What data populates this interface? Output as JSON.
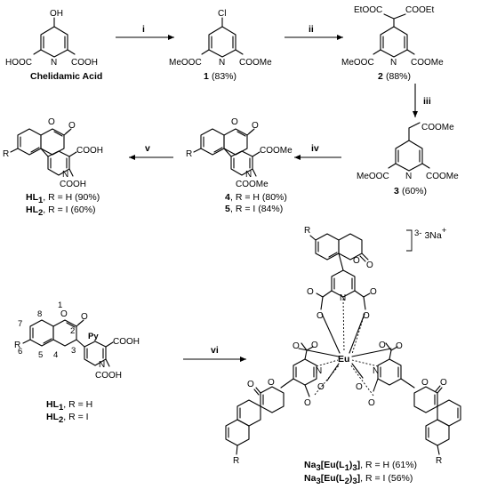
{
  "steps": [
    "i",
    "ii",
    "iii",
    "iv",
    "v",
    "vi"
  ],
  "starting_material": {
    "name": "Chelidamic Acid",
    "groups": {
      "top": "OH",
      "left": "HOOC",
      "right": "COOH",
      "n": "N"
    }
  },
  "compound1": {
    "id": "1",
    "yield": "(83%)",
    "groups": {
      "top": "Cl",
      "left": "MeOOC",
      "right": "COOMe",
      "n": "N"
    }
  },
  "compound2": {
    "id": "2",
    "yield": "(88%)",
    "groups": {
      "top_left": "EtOOC",
      "top_right": "COOEt",
      "left": "MeOOC",
      "right": "COOMe",
      "n": "N"
    }
  },
  "compound3": {
    "id": "3",
    "yield": "(60%)",
    "groups": {
      "top": "COOMe",
      "left": "MeOOC",
      "right": "COOMe",
      "n": "N"
    }
  },
  "compound45": {
    "lines": [
      {
        "id": "4",
        "text": ", R = H (80%)"
      },
      {
        "id": "5",
        "text": ", R = I (84%)"
      }
    ],
    "groups": {
      "r": "R",
      "o": "O",
      "oo": "O",
      "top": "COOMe",
      "bottom": "COOMe",
      "n": "N"
    }
  },
  "ligands": {
    "lines": [
      {
        "id": "HL",
        "sub": "1",
        "text": ", R = H (90%)"
      },
      {
        "id": "HL",
        "sub": "2",
        "text": ", R = I (60%)"
      }
    ],
    "groups": {
      "r": "R",
      "o": "O",
      "oo": "O",
      "top": "COOH",
      "bottom": "COOH",
      "n": "N"
    }
  },
  "labeled_ligand": {
    "numbers": [
      "1",
      "2",
      "3",
      "4",
      "5",
      "6",
      "7",
      "8"
    ],
    "py_label": "Py",
    "groups": {
      "r": "R",
      "o": "O",
      "oo": "O",
      "top": "COOH",
      "bottom": "COOH",
      "n": "N"
    },
    "lines": [
      {
        "id": "HL",
        "sub": "1",
        "text": ", R = H"
      },
      {
        "id": "HL",
        "sub": "2",
        "text": ", R = I"
      }
    ]
  },
  "complex": {
    "metal": "Eu",
    "charge": "3-",
    "counterion": "3Na",
    "counterion_charge": "+",
    "atoms": {
      "n": "N",
      "o": "O",
      "r": "R"
    },
    "lines": [
      {
        "prefix": "Na",
        "p_sub": "3",
        "mid": "[Eu(L",
        "l_sub": "1",
        "close": ")",
        "c_sub": "3",
        "end": "]",
        "text": ", R = H (61%)"
      },
      {
        "prefix": "Na",
        "p_sub": "3",
        "mid": "[Eu(L",
        "l_sub": "2",
        "close": ")",
        "c_sub": "3",
        "end": "]",
        "text": ", R = I (56%)"
      }
    ]
  }
}
